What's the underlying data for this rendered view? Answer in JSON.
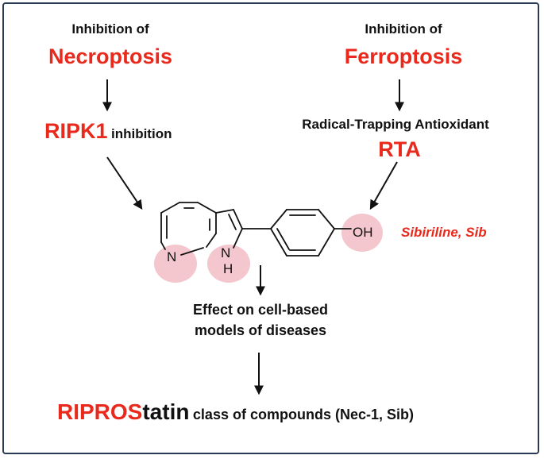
{
  "colors": {
    "accent": "#e8291c",
    "text": "#111111",
    "highlight": "#f3c7cd",
    "frame": "#2b3a55"
  },
  "left_branch": {
    "heading": "Inhibition of",
    "target": "Necroptosis",
    "mechanism_highlight": "RIPK1",
    "mechanism_rest": "inhibition"
  },
  "right_branch": {
    "heading": "Inhibition of",
    "target": "Ferroptosis",
    "mechanism_text": "Radical-Trapping Antioxidant",
    "mechanism_abbrev": "RTA"
  },
  "molecule": {
    "name": "Sibiriline, Sib",
    "atoms": {
      "n": "N",
      "nh_n": "N",
      "nh_h": "H",
      "oh": "OH"
    }
  },
  "effect": {
    "line1": "Effect on cell-based",
    "line2": "models of diseases"
  },
  "conclusion": {
    "highlight_red": "RIPROS",
    "highlight_black": "tatin",
    "rest": "class of compounds (Nec-1, Sib)"
  }
}
